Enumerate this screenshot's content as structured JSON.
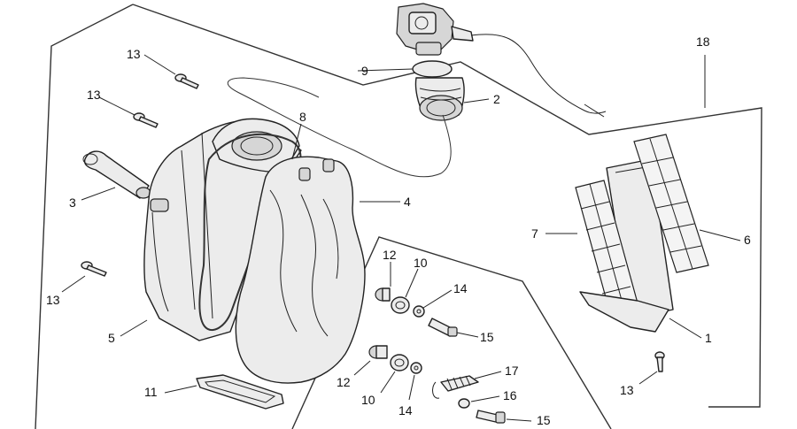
{
  "callouts": [
    {
      "id": "c13a",
      "label": "13"
    },
    {
      "id": "c13b",
      "label": "13"
    },
    {
      "id": "c13c",
      "label": "13"
    },
    {
      "id": "c13d",
      "label": "13"
    },
    {
      "id": "c9",
      "label": "9"
    },
    {
      "id": "c2",
      "label": "2"
    },
    {
      "id": "c18",
      "label": "18"
    },
    {
      "id": "c8",
      "label": "8"
    },
    {
      "id": "c3",
      "label": "3"
    },
    {
      "id": "c4",
      "label": "4"
    },
    {
      "id": "c7",
      "label": "7"
    },
    {
      "id": "c6",
      "label": "6"
    },
    {
      "id": "c12a",
      "label": "12"
    },
    {
      "id": "c10a",
      "label": "10"
    },
    {
      "id": "c14a",
      "label": "14"
    },
    {
      "id": "c15a",
      "label": "15"
    },
    {
      "id": "c5",
      "label": "5"
    },
    {
      "id": "c1",
      "label": "1"
    },
    {
      "id": "c17",
      "label": "17"
    },
    {
      "id": "c12b",
      "label": "12"
    },
    {
      "id": "c16",
      "label": "16"
    },
    {
      "id": "c11",
      "label": "11"
    },
    {
      "id": "c10b",
      "label": "10"
    },
    {
      "id": "c14b",
      "label": "14"
    },
    {
      "id": "c15b",
      "label": "15"
    }
  ]
}
